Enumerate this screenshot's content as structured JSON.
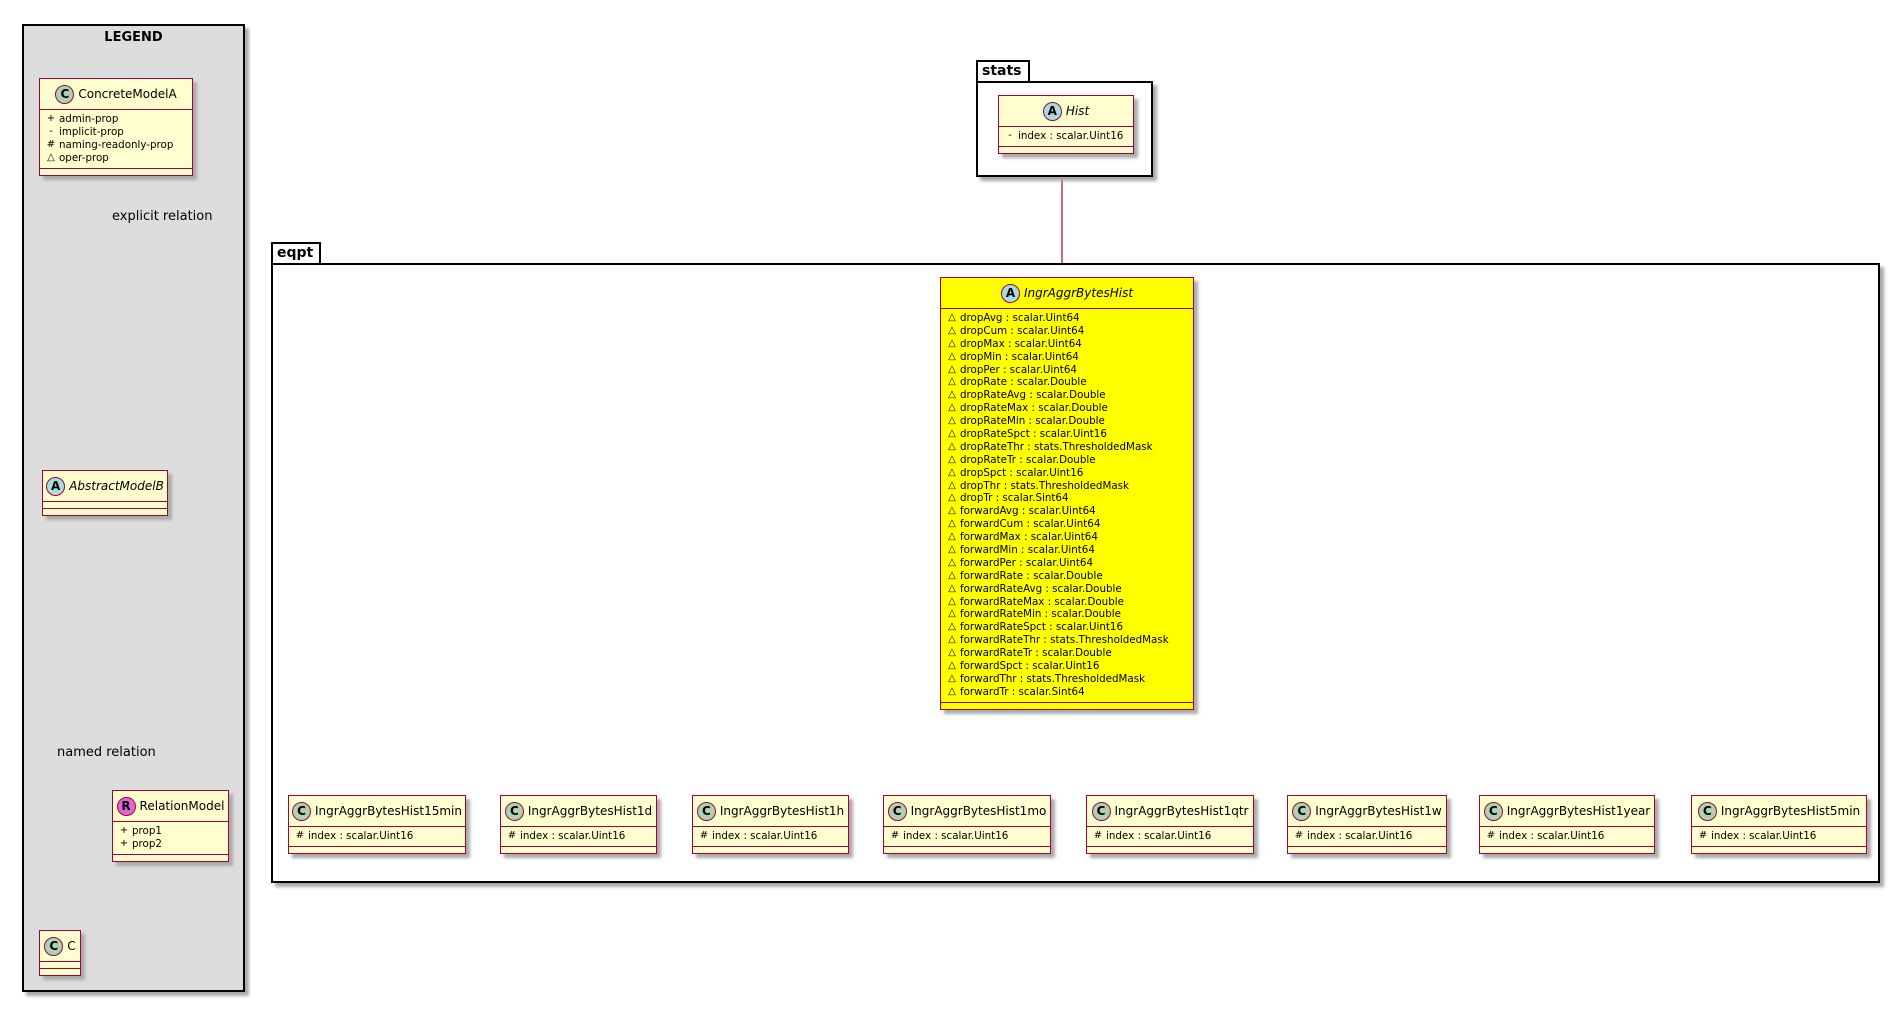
{
  "legend": {
    "title": "LEGEND",
    "concrete": {
      "name": "ConcreteModelA",
      "attrs": [
        {
          "vis": "+",
          "text": "admin-prop"
        },
        {
          "vis": "-",
          "text": "implicit-prop"
        },
        {
          "vis": "#",
          "text": "naming-readonly-prop"
        },
        {
          "vis": "~",
          "text": "oper-prop"
        }
      ]
    },
    "explicit_label": "explicit relation",
    "abstract_name": "AbstractModelB",
    "named_label": "named relation",
    "relation": {
      "badge": "R",
      "name": "RelationModel",
      "attrs": [
        {
          "vis": "+",
          "text": "prop1"
        },
        {
          "vis": "+",
          "text": "prop2"
        }
      ]
    },
    "c_name": "C"
  },
  "packages": {
    "stats": "stats",
    "eqpt": "eqpt"
  },
  "hist": {
    "name": "Hist",
    "attr": {
      "vis": "-",
      "text": "index : scalar.Uint16"
    }
  },
  "main_class": {
    "name": "IngrAggrBytesHist",
    "attrs": [
      "dropAvg : scalar.Uint64",
      "dropCum : scalar.Uint64",
      "dropMax : scalar.Uint64",
      "dropMin : scalar.Uint64",
      "dropPer : scalar.Uint64",
      "dropRate : scalar.Double",
      "dropRateAvg : scalar.Double",
      "dropRateMax : scalar.Double",
      "dropRateMin : scalar.Double",
      "dropRateSpct : scalar.Uint16",
      "dropRateThr : stats.ThresholdedMask",
      "dropRateTr : scalar.Double",
      "dropSpct : scalar.Uint16",
      "dropThr : stats.ThresholdedMask",
      "dropTr : scalar.Sint64",
      "forwardAvg : scalar.Uint64",
      "forwardCum : scalar.Uint64",
      "forwardMax : scalar.Uint64",
      "forwardMin : scalar.Uint64",
      "forwardPer : scalar.Uint64",
      "forwardRate : scalar.Double",
      "forwardRateAvg : scalar.Double",
      "forwardRateMax : scalar.Double",
      "forwardRateMin : scalar.Double",
      "forwardRateSpct : scalar.Uint16",
      "forwardRateThr : stats.ThresholdedMask",
      "forwardRateTr : scalar.Double",
      "forwardSpct : scalar.Uint16",
      "forwardThr : stats.ThresholdedMask",
      "forwardTr : scalar.Sint64"
    ],
    "vis": "~",
    "color": "#ffff00"
  },
  "children": [
    {
      "name": "IngrAggrBytesHist15min",
      "attr": "index : scalar.Uint16"
    },
    {
      "name": "IngrAggrBytesHist1d",
      "attr": "index : scalar.Uint16"
    },
    {
      "name": "IngrAggrBytesHist1h",
      "attr": "index : scalar.Uint16"
    },
    {
      "name": "IngrAggrBytesHist1mo",
      "attr": "index : scalar.Uint16"
    },
    {
      "name": "IngrAggrBytesHist1qtr",
      "attr": "index : scalar.Uint16"
    },
    {
      "name": "IngrAggrBytesHist1w",
      "attr": "index : scalar.Uint16"
    },
    {
      "name": "IngrAggrBytesHist1year",
      "attr": "index : scalar.Uint16"
    },
    {
      "name": "IngrAggrBytesHist5min",
      "attr": "index : scalar.Uint16"
    }
  ],
  "children_vis": "#",
  "colors": {
    "border": "#a80036",
    "class_fill": "#fefece",
    "legend_bg": "#dddddd"
  }
}
